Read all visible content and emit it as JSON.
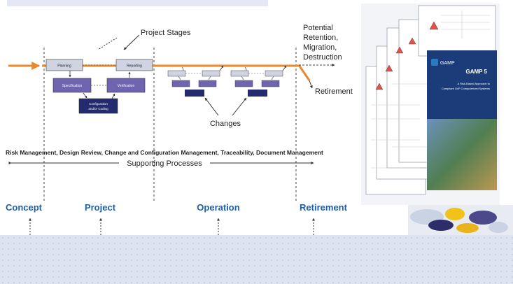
{
  "diagram": {
    "project_stages_label": "Project Stages",
    "potential_label": [
      "Potential",
      "Retention,",
      "Migration,",
      "Destruction"
    ],
    "retirement_label": "Retirement",
    "changes_label": "Changes",
    "boxes": {
      "planning": "Planning",
      "reporting": "Reporting",
      "specification": "Specification",
      "verification": "Verification",
      "config_coding": [
        "Configuration",
        "and/or Coding"
      ]
    },
    "supporting_list": "Risk Management, Design Review, Change and Configuration Management, Traceability, Document Management",
    "supporting_label": "Supporting Processes",
    "phases": [
      "Concept",
      "Project",
      "Operation",
      "Retirement"
    ]
  },
  "book": {
    "brand": "GAMP",
    "title": "GAMP 5",
    "subtitle": [
      "A Risk-Based Approach to",
      "Compliant GxP Computerized Systems"
    ]
  },
  "colors": {
    "orange": "#e8892b",
    "box_light": "#cfd3e2",
    "box_mid": "#6e64b0",
    "box_dark": "#232a6e",
    "phase_blue": "#1f5fa8",
    "book_cover": "#1b3c78"
  }
}
